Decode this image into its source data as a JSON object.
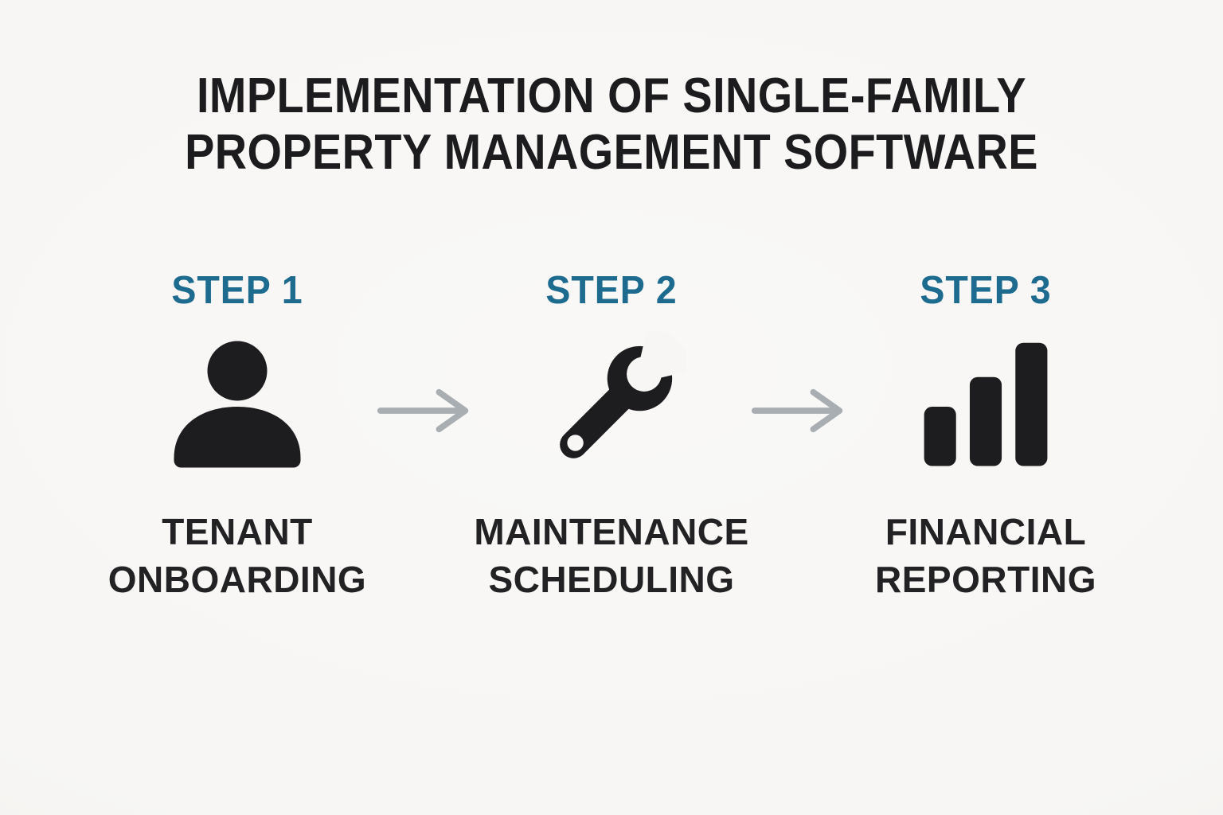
{
  "title": {
    "text": "IMPLEMENTATION OF SINGLE-FAMILY\nPROPERTY MANAGEMENT SOFTWARE"
  },
  "steps": [
    {
      "label": "STEP 1",
      "icon": "person-icon",
      "caption": "TENANT\nONBOARDING"
    },
    {
      "label": "STEP 2",
      "icon": "wrench-icon",
      "caption": "MAINTENANCE\nSCHEDULING"
    },
    {
      "label": "STEP 3",
      "icon": "bar-chart-icon",
      "caption": "FINANCIAL\nREPORTING"
    }
  ],
  "colors": {
    "accent": "#1d6b8e",
    "title_text": "#1c1c1e",
    "caption_text": "#222224",
    "icon": "#1d1d1f",
    "arrow": "#a9aeb3",
    "background": "#f7f6f4"
  }
}
